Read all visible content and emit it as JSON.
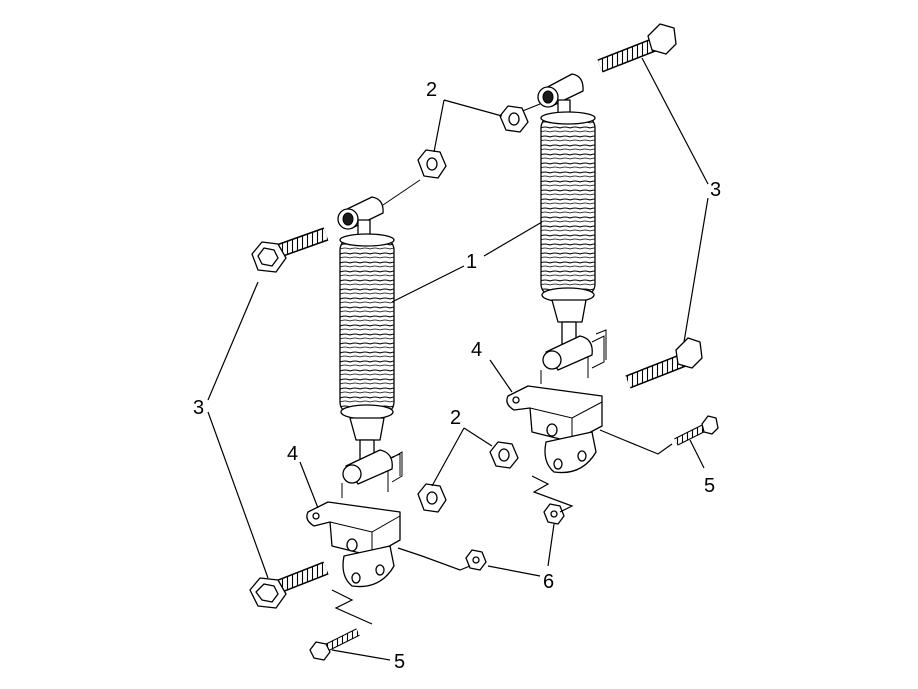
{
  "diagram": {
    "callouts": {
      "c1": "1",
      "c2a": "2",
      "c2b": "2",
      "c3a": "3",
      "c3b": "3",
      "c4a": "4",
      "c4b": "4",
      "c5a": "5",
      "c5b": "5",
      "c6": "6"
    }
  }
}
